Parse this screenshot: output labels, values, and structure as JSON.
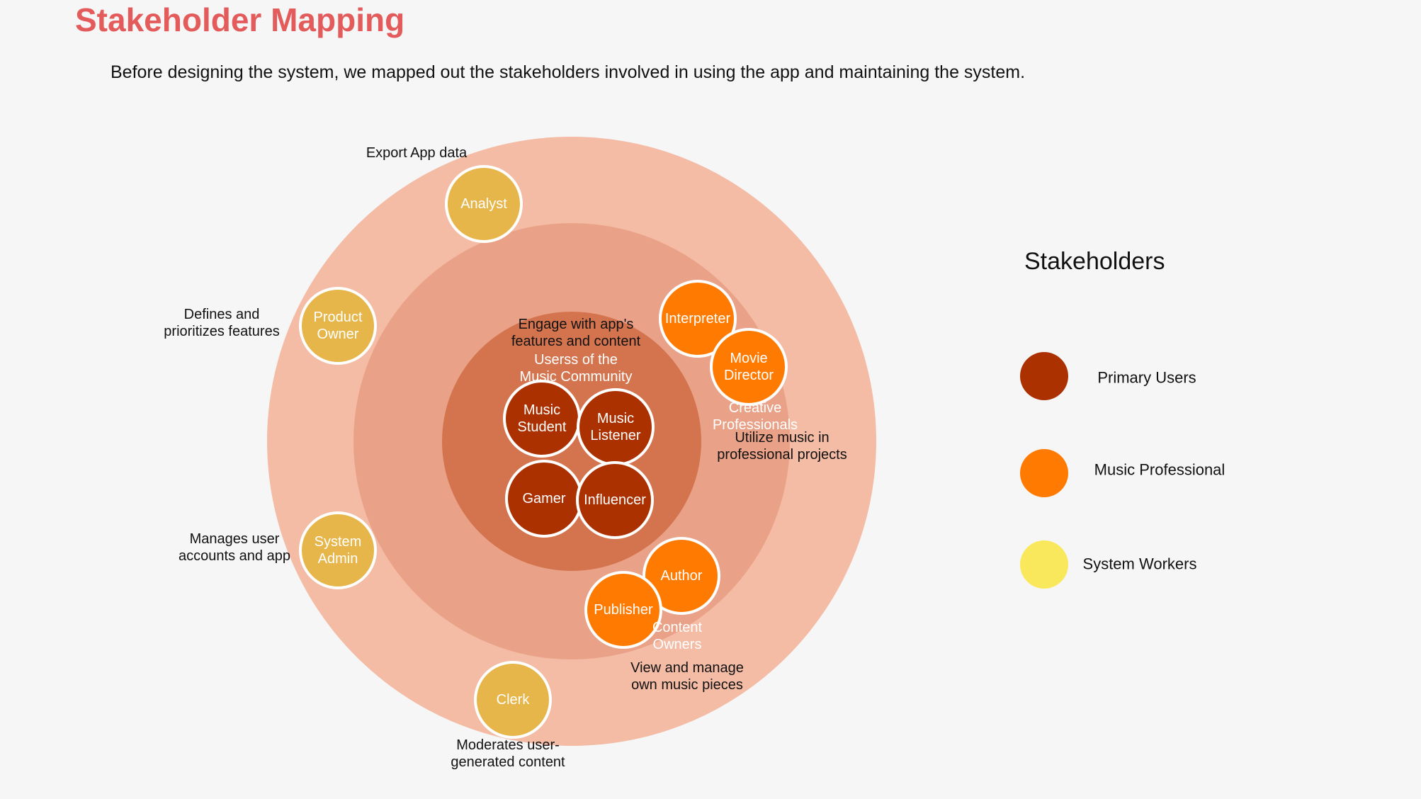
{
  "header": {
    "title": "Stakeholder Mapping",
    "intro": "Before designing the system, we mapped out the stakeholders involved in using the app and maintaining the system."
  },
  "colors": {
    "outer_ring": "#f4bba5",
    "middle_ring": "#e9a287",
    "inner_ring": "#d4744e",
    "primary": "#ac3100",
    "professional": "#ff7a00",
    "worker_node": "#e6b64a",
    "worker_legend": "#f9e85c",
    "node_border": "#ffffff",
    "title": "#e35b5b"
  },
  "diagram": {
    "rings": [
      {
        "id": "outer",
        "color_key": "outer_ring"
      },
      {
        "id": "middle",
        "color_key": "middle_ring"
      },
      {
        "id": "inner",
        "color_key": "inner_ring"
      }
    ],
    "nodes": [
      {
        "id": "music-student",
        "lines": [
          "Music",
          "Student"
        ],
        "group": "primary"
      },
      {
        "id": "music-listener",
        "lines": [
          "Music",
          "Listener"
        ],
        "group": "primary"
      },
      {
        "id": "gamer",
        "lines": [
          "Gamer"
        ],
        "group": "primary"
      },
      {
        "id": "influencer",
        "lines": [
          "Influencer"
        ],
        "group": "primary"
      },
      {
        "id": "interpreter",
        "lines": [
          "Interpreter"
        ],
        "group": "professional"
      },
      {
        "id": "movie-director",
        "lines": [
          "Movie",
          "Director"
        ],
        "group": "professional"
      },
      {
        "id": "author",
        "lines": [
          "Author"
        ],
        "group": "professional"
      },
      {
        "id": "publisher",
        "lines": [
          "Publisher"
        ],
        "group": "professional"
      },
      {
        "id": "analyst",
        "lines": [
          "Analyst"
        ],
        "group": "worker"
      },
      {
        "id": "product-owner",
        "lines": [
          "Product",
          "Owner"
        ],
        "group": "worker"
      },
      {
        "id": "system-admin",
        "lines": [
          "System",
          "Admin"
        ],
        "group": "worker"
      },
      {
        "id": "clerk",
        "lines": [
          "Clerk"
        ],
        "group": "worker"
      }
    ],
    "group_labels": [
      {
        "id": "users-of-music-community",
        "lines": [
          "Userss of the",
          "Music Community"
        ]
      },
      {
        "id": "creative-professionals",
        "lines": [
          "Creative",
          "Professionals"
        ]
      },
      {
        "id": "content-owners",
        "lines": [
          "Content",
          "Owners"
        ]
      }
    ],
    "annotations": [
      {
        "id": "engage",
        "lines": [
          "Engage with app's",
          "features and content"
        ]
      },
      {
        "id": "utilize",
        "lines": [
          "Utilize music in",
          "professional projects"
        ]
      },
      {
        "id": "view-manage",
        "lines": [
          "View and manage",
          "own music pieces"
        ]
      },
      {
        "id": "export",
        "lines": [
          "Export App data"
        ]
      },
      {
        "id": "defines",
        "lines": [
          "Defines and",
          "prioritizes features"
        ]
      },
      {
        "id": "manages",
        "lines": [
          "Manages user",
          "accounts and app"
        ]
      },
      {
        "id": "moderates",
        "lines": [
          "Moderates user-",
          "generated content"
        ]
      }
    ]
  },
  "legend": {
    "title": "Stakeholders",
    "items": [
      {
        "label": "Primary Users",
        "color_key": "primary"
      },
      {
        "label": "Music Professional",
        "color_key": "professional"
      },
      {
        "label": "System Workers",
        "color_key": "worker_legend"
      }
    ]
  }
}
